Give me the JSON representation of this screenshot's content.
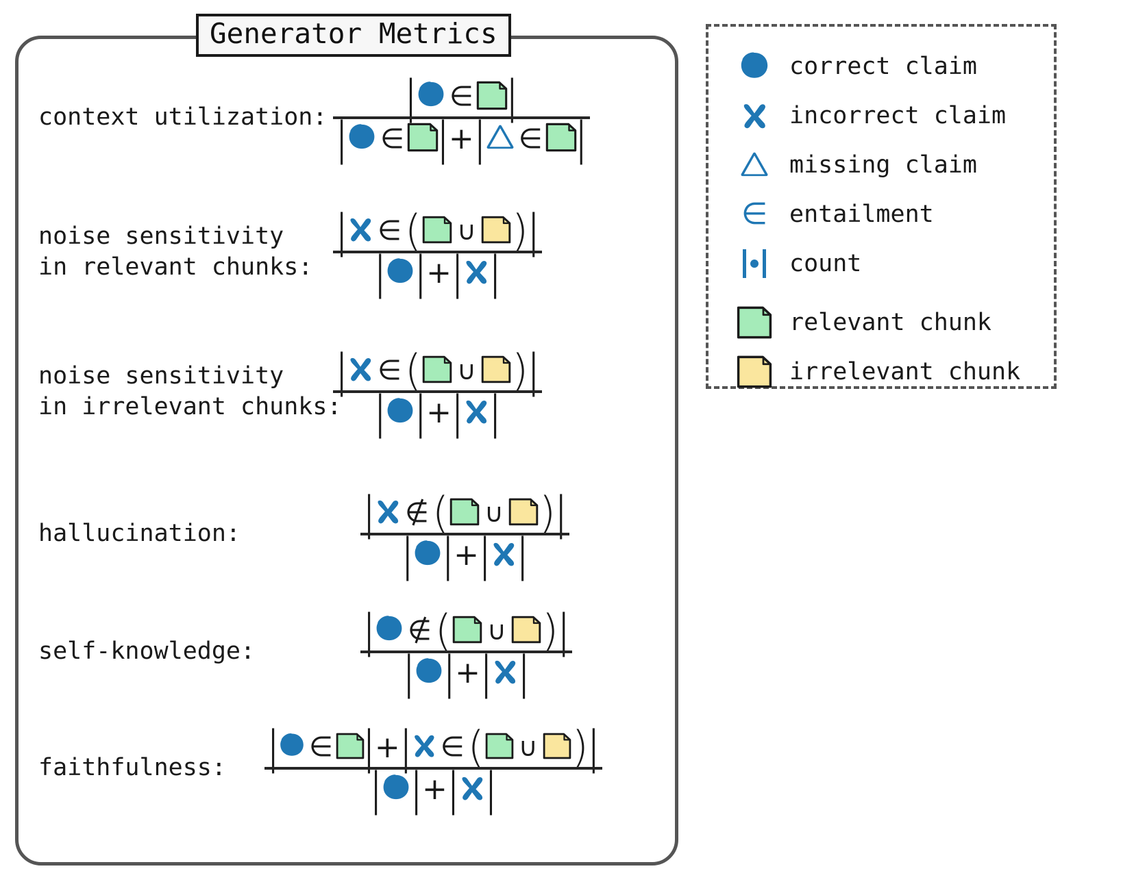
{
  "panel": {
    "title": "Generator Metrics"
  },
  "colors": {
    "accent_blue": "#1f77b4",
    "relevant_chunk_fill": "#a5ebb9",
    "irrelevant_chunk_fill": "#fae69e",
    "outline": "#1a1a1a",
    "panel_border": "#555555"
  },
  "metrics": [
    {
      "id": "context-utilization",
      "label": "context utilization:",
      "label_lines": [
        "context utilization:"
      ],
      "numerator": "| correct-claim ∈ relevant-chunk |",
      "denominator": "| correct-claim ∈ relevant-chunk | + | missing-claim ∈ relevant-chunk |"
    },
    {
      "id": "noise-sensitivity-relevant",
      "label": "noise sensitivity in relevant chunks:",
      "label_lines": [
        "noise sensitivity",
        "in relevant chunks:"
      ],
      "numerator": "| incorrect-claim ∈ ( relevant-chunk ∪ irrelevant-chunk ) |",
      "denominator": "| correct-claim | + | incorrect-claim |"
    },
    {
      "id": "noise-sensitivity-irrelevant",
      "label": "noise sensitivity in irrelevant chunks:",
      "label_lines": [
        "noise sensitivity",
        "in irrelevant chunks:"
      ],
      "numerator": "| incorrect-claim ∈ ( relevant-chunk ∪ irrelevant-chunk ) |",
      "denominator": "| correct-claim | + | incorrect-claim |"
    },
    {
      "id": "hallucination",
      "label": "hallucination:",
      "label_lines": [
        "hallucination:"
      ],
      "numerator": "| incorrect-claim ∉ ( relevant-chunk ∪ irrelevant-chunk ) |",
      "denominator": "| correct-claim | + | incorrect-claim |"
    },
    {
      "id": "self-knowledge",
      "label": "self-knowledge:",
      "label_lines": [
        "self-knowledge:"
      ],
      "numerator": "| correct-claim ∉ ( relevant-chunk ∪ irrelevant-chunk ) |",
      "denominator": "| correct-claim | + | incorrect-claim |"
    },
    {
      "id": "faithfulness",
      "label": "faithfulness:",
      "label_lines": [
        "faithfulness:"
      ],
      "numerator": "| correct-claim ∈ relevant-chunk | + | incorrect-claim ∈ ( relevant-chunk ∪ irrelevant-chunk ) |",
      "denominator": "| correct-claim | + | incorrect-claim |"
    }
  ],
  "symbols": {
    "bar": "|",
    "plus": "+",
    "in": "∈",
    "notin": "∉",
    "cup": "∪",
    "lparen": "(",
    "rparen": ")"
  },
  "legend": {
    "items": [
      {
        "icon": "circle-icon",
        "label": "correct claim"
      },
      {
        "icon": "cross-icon",
        "label": "incorrect claim"
      },
      {
        "icon": "triangle-icon",
        "label": "missing claim"
      },
      {
        "icon": "element-of-icon",
        "label": "entailment"
      },
      {
        "icon": "count-icon",
        "label": "count"
      },
      {
        "icon": "relevant-chunk-icon",
        "label": "relevant chunk"
      },
      {
        "icon": "irrelevant-chunk-icon",
        "label": "irrelevant chunk"
      }
    ]
  }
}
